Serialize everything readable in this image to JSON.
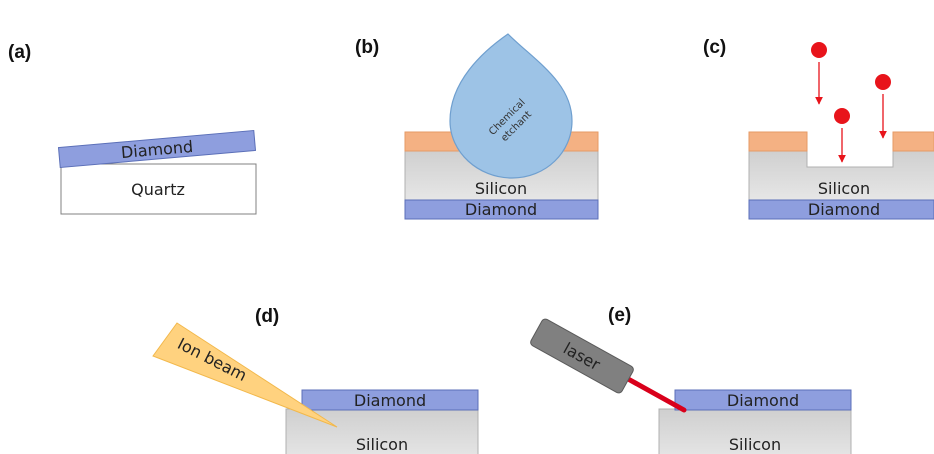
{
  "panels": {
    "a": {
      "label": "(a)",
      "top_layer": "Diamond",
      "substrate": "Quartz"
    },
    "b": {
      "label": "(b)",
      "droplet": [
        "Chemical",
        "etchant"
      ],
      "middle": "Silicon",
      "bottom": "Diamond"
    },
    "c": {
      "label": "(c)",
      "middle": "Silicon",
      "bottom": "Diamond"
    },
    "d": {
      "label": "(d)",
      "beam": "Ion beam",
      "top_layer": "Diamond",
      "substrate": "Silicon"
    },
    "e": {
      "label": "(e)",
      "source": "laser",
      "top_layer": "Diamond",
      "substrate": "Silicon"
    }
  },
  "colors": {
    "diamond": "#8e9ede",
    "diamond_stroke": "#5b6fb8",
    "silicon": "#d9d9d9",
    "mask": "#f4b183",
    "droplet": "#9dc3e6",
    "ion_beam": "#ffd27f",
    "particle": "#e8141b",
    "laser_body": "#808080",
    "laser_beam": "#d9001b"
  }
}
